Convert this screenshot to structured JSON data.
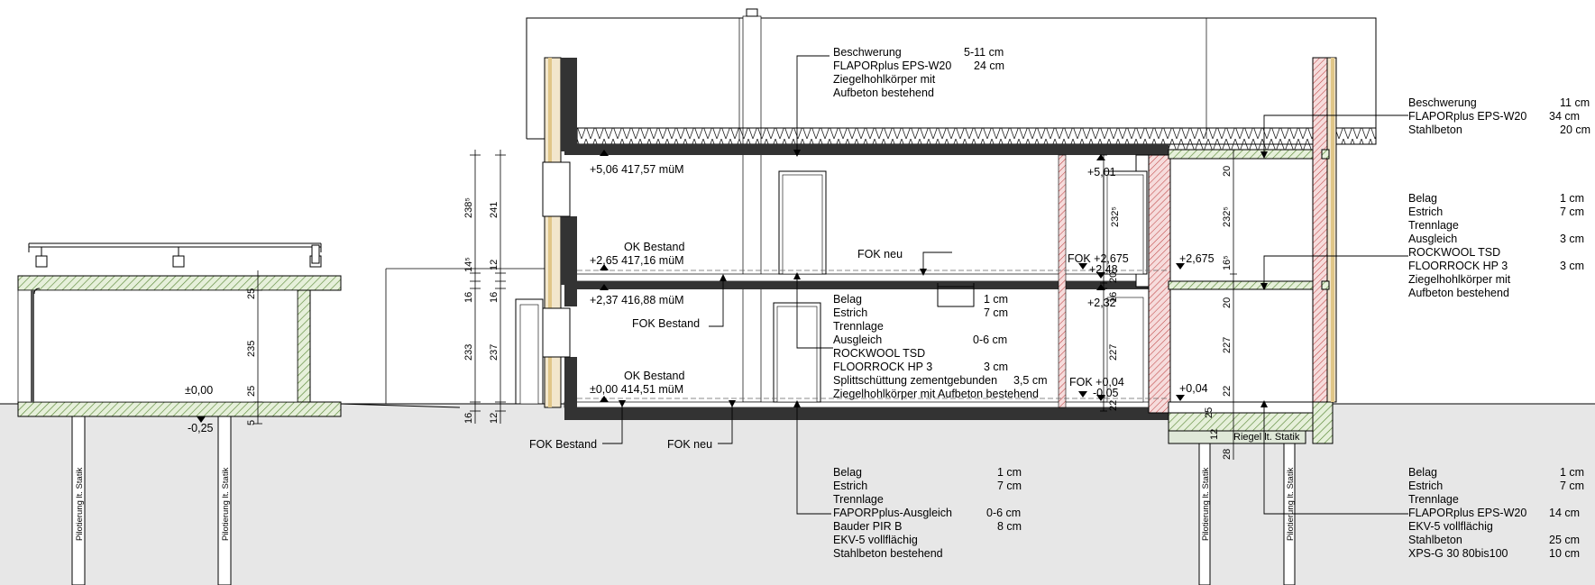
{
  "labels": {
    "roof_buildup": {
      "l1": "Beschwerung",
      "l1v": "5-11 cm",
      "l2": "FLAPORplus EPS-W20",
      "l2v": "24 cm",
      "l3": "Ziegelhohlkörper mit",
      "l4": "Aufbeton bestehend"
    },
    "roof_right": {
      "l1": "Beschwerung",
      "l1v": "11 cm",
      "l2": "FLAPORplus EPS-W20",
      "l2v": "34 cm",
      "l3": "Stahlbeton",
      "l3v": "20 cm"
    },
    "floor_right": {
      "l1": "Belag",
      "l1v": "1 cm",
      "l2": "Estrich",
      "l2v": "7 cm",
      "l3": "Trennlage",
      "l4": "Ausgleich",
      "l4v": "3 cm",
      "l5": "ROCKWOOL TSD",
      "l6": "FLOORROCK HP 3",
      "l6v": "3 cm",
      "l7": "Ziegelhohlkörper mit",
      "l8": "Aufbeton bestehend"
    },
    "floor_mid": {
      "l1": "Belag",
      "l1v": "1 cm",
      "l2": "Estrich",
      "l2v": "7 cm",
      "l3": "Trennlage",
      "l4": "Ausgleich",
      "l4v": "0-6 cm",
      "l5": "ROCKWOOL TSD",
      "l6": "FLOORROCK HP 3",
      "l6v": "3 cm",
      "l7": "Splittschüttung zementgebunden",
      "l7v": "3,5 cm",
      "l8": "Ziegelhohlkörper mit Aufbeton bestehend"
    },
    "ground_mid": {
      "l1": "Belag",
      "l1v": "1 cm",
      "l2": "Estrich",
      "l2v": "7 cm",
      "l3": "Trennlage",
      "l4": "FAPORPplus-Ausgleich",
      "l4v": "0-6 cm",
      "l5": "Bauder PIR B",
      "l5v": "8 cm",
      "l6": "EKV-5 vollflächig",
      "l7": "Stahlbeton bestehend"
    },
    "ground_right": {
      "l1": "Belag",
      "l1v": "1 cm",
      "l2": "Estrich",
      "l2v": "7 cm",
      "l3": "Trennlage",
      "l4": "FLAPORplus EPS-W20",
      "l4v": "14 cm",
      "l5": "EKV-5 vollflächig",
      "l6": "Stahlbeton",
      "l6v": "25 cm",
      "l7": "XPS-G 30 80bis100",
      "l7v": "10 cm"
    },
    "levels": {
      "top": "+5,06 417,57 müM",
      "ok_upper": "OK Bestand",
      "upper": "+2,65 417,16 müM",
      "mid": "+2,37 416,88 müM",
      "ok_lower": "OK Bestand",
      "ground": "±0,00 414,51 müM",
      "annex_top": "+5,01",
      "annex_fok_upper": "FOK +2,675",
      "annex_upper": "+2,48",
      "right_upper": "+2,675",
      "annex_mid": "+2,32",
      "annex_fok_ground": "FOK +0,04",
      "annex_ground": "-0,05",
      "right_ground": "+0,04",
      "carport_floor": "±0,00",
      "carport_bottom": "-0,25"
    },
    "notes": {
      "fok_neu_top": "FOK neu",
      "fok_bestand_mid": "FOK Bestand",
      "fok_bestand_low": "FOK Bestand",
      "fok_neu_low": "FOK neu",
      "riegel": "Riegel lt. Statik",
      "pile": "Pilotierung lt. Statik"
    },
    "dims": {
      "c25a": "25",
      "c235": "235",
      "c25b": "25",
      "c5": "5",
      "d2385": "238⁵",
      "d145": "14⁵",
      "d16a": "16",
      "d233": "233",
      "d16b": "16",
      "d241": "241",
      "d12a": "12",
      "d16c": "16",
      "d237": "237",
      "d12b": "12",
      "a2325": "232⁵",
      "a20a": "20",
      "a16": "16",
      "a227": "227",
      "a22": "22",
      "r20a": "20",
      "r2325": "232⁵",
      "r165": "16⁵",
      "r20b": "20",
      "r227": "227",
      "r22": "22",
      "r25": "25",
      "r12": "12",
      "r28": "28"
    }
  }
}
